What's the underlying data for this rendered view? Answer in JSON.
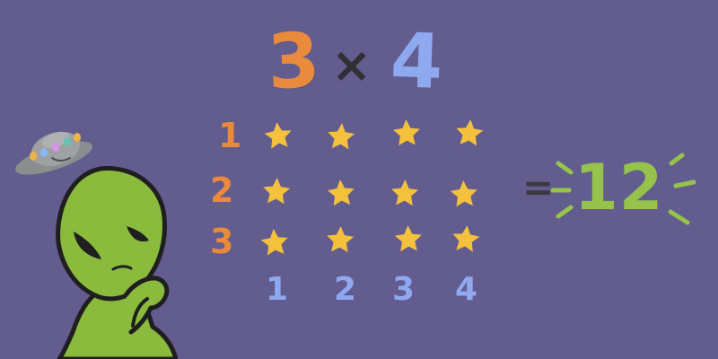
{
  "equation": {
    "left_factor": "3",
    "operator": "×",
    "right_factor": "4"
  },
  "rows": {
    "labels": [
      "1",
      "2",
      "3"
    ]
  },
  "columns": {
    "labels": [
      "1",
      "2",
      "3",
      "4"
    ]
  },
  "result": {
    "equals": "=",
    "value": "12"
  },
  "colors": {
    "background": "#625c8f",
    "orange": "#e98a3c",
    "blue": "#8fa9f0",
    "green": "#96c34b",
    "star": "#f3c13c",
    "dark": "#2f2f34"
  },
  "icons": {
    "ufo": "ufo-icon",
    "alien": "alien-icon",
    "star": "star-icon"
  }
}
